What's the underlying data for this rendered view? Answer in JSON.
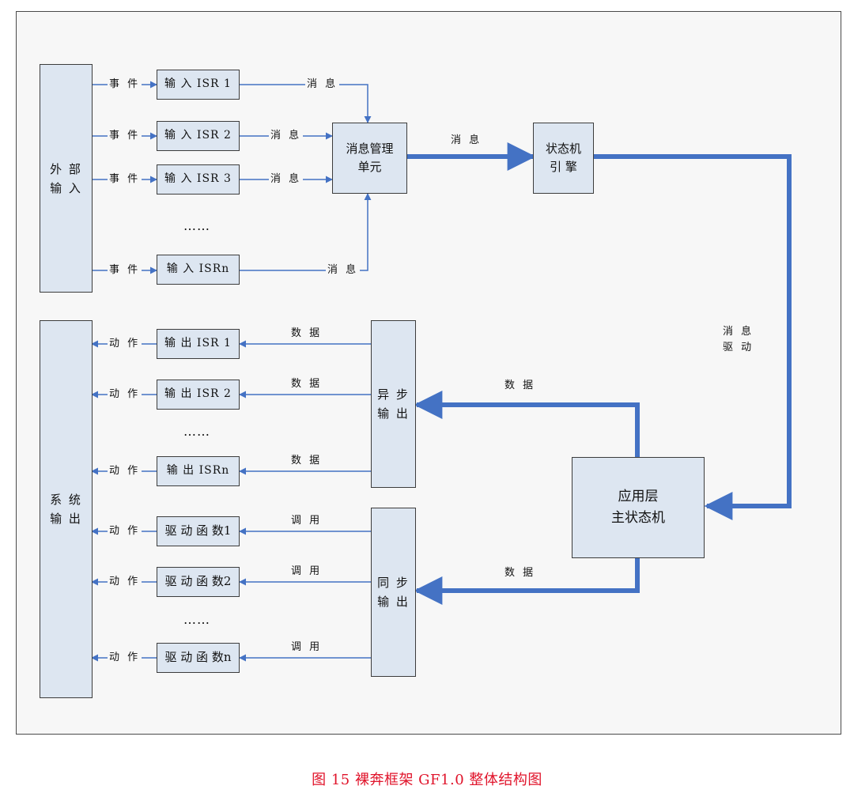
{
  "diagram": {
    "external_input": "外 部\n输 入",
    "system_output": "系 统\n输 出",
    "input_isrs": [
      "输 入 ISR 1",
      "输 入 ISR 2",
      "输 入 ISR 3",
      "输 入 ISRn"
    ],
    "msg_mgr": "消息管理\n单元",
    "sm_engine": "状态机\n引 擎",
    "app_sm": "应用层\n主状态机",
    "async_out": "异 步\n输 出",
    "sync_out": "同 步\n输 出",
    "output_isrs": [
      "输 出 ISR 1",
      "输 出 ISR 2",
      "输 出 ISRn"
    ],
    "drivers": [
      "驱 动 函 数1",
      "驱 动 函 数2",
      "驱 动 函 数n"
    ],
    "labels": {
      "event": "事 件",
      "message": "消 息",
      "action": "动 作",
      "data": "数 据",
      "call": "调 用",
      "msg_drive": "消 息\n驱 动",
      "ellipsis": "……"
    },
    "colors": {
      "accent": "#4472c4",
      "box_fill": "#dde6f1"
    }
  },
  "caption": "图 15  裸奔框架 GF1.0 整体结构图"
}
